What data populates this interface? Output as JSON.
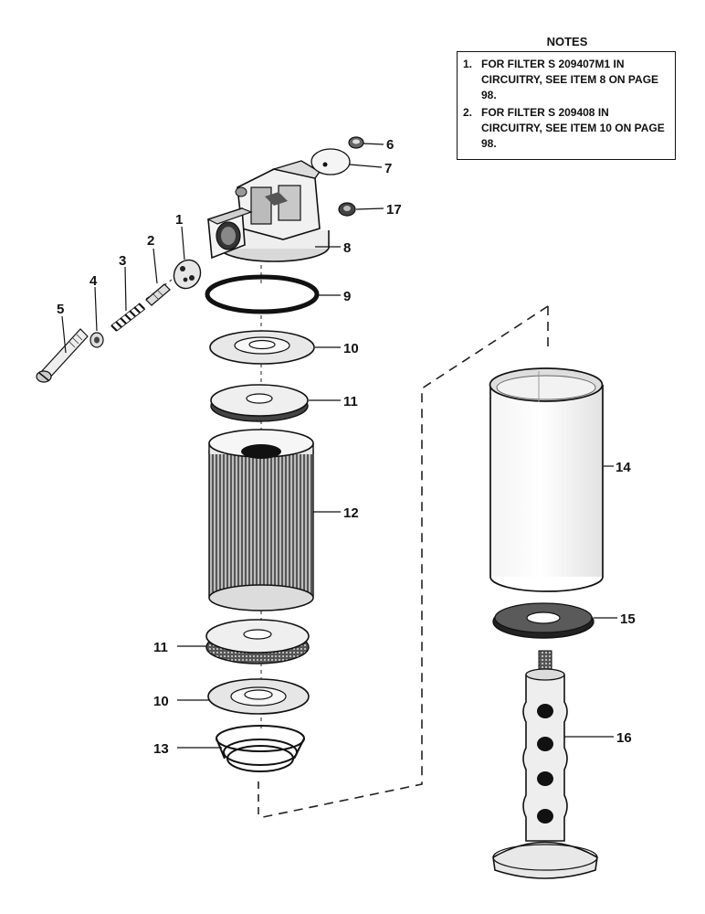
{
  "notes": {
    "title": "NOTES",
    "items": [
      {
        "num": "1.",
        "text": "FOR FILTER S 209407M1 IN CIRCUITRY, SEE ITEM 8 ON PAGE 98."
      },
      {
        "num": "2.",
        "text": "FOR FILTER S 209408 IN CIRCUITRY, SEE ITEM 10 ON PAGE 98."
      }
    ]
  },
  "callouts": {
    "c1": "1",
    "c2": "2",
    "c3": "3",
    "c4": "4",
    "c5": "5",
    "c6": "6",
    "c7": "7",
    "c8": "8",
    "c9": "9",
    "c10a": "10",
    "c11a": "11",
    "c12": "12",
    "c11b": "11",
    "c10b": "10",
    "c13": "13",
    "c14": "14",
    "c15": "15",
    "c16": "16",
    "c17": "17"
  }
}
